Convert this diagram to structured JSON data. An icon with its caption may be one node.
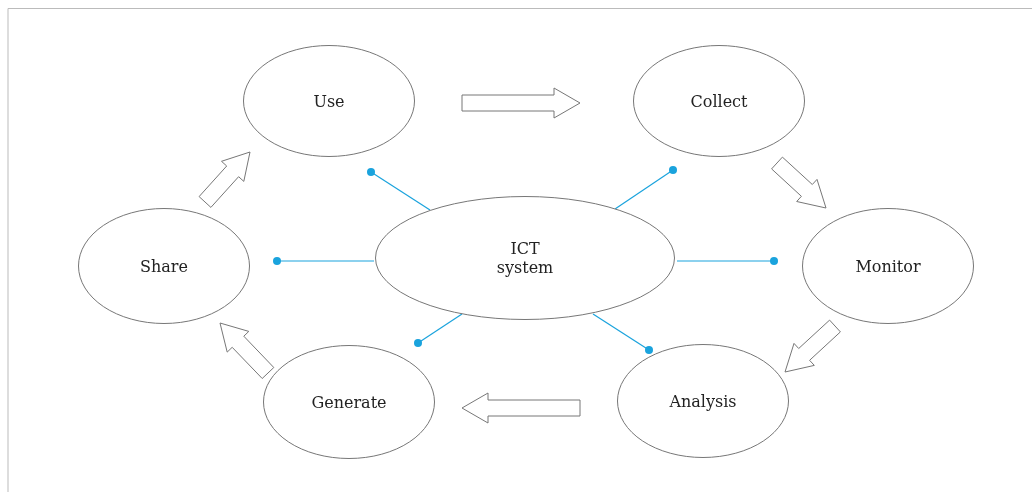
{
  "diagram": {
    "nodes": [
      {
        "text": [
          "ICT system"
        ]
      },
      {
        "text": [
          "Use"
        ]
      },
      {
        "text": [
          "Collect"
        ]
      },
      {
        "text": [
          "Monitor"
        ]
      },
      {
        "text": [
          "Analysis"
        ]
      },
      {
        "text": [
          "Generate"
        ]
      },
      {
        "text": [
          "Share"
        ]
      }
    ],
    "edges": [
      {
        "from": 1,
        "to": 2,
        "arrow": "to"
      },
      {
        "from": 2,
        "to": 3,
        "arrow": "to"
      },
      {
        "from": 3,
        "to": 4,
        "arrow": "to"
      },
      {
        "from": 4,
        "to": 5,
        "arrow": "to"
      },
      {
        "from": 5,
        "to": 6,
        "arrow": "to"
      },
      {
        "from": 6,
        "to": 1,
        "arrow": "to"
      },
      {
        "from": 0,
        "to": 1,
        "arrow": "other",
        "color": "#1aa3dd"
      },
      {
        "from": 0,
        "to": 2,
        "arrow": "other",
        "color": "#1aa3dd"
      },
      {
        "from": 0,
        "to": 3,
        "arrow": "other",
        "color": "#1aa3dd"
      },
      {
        "from": 0,
        "to": 4,
        "arrow": "other",
        "color": "#1aa3dd"
      },
      {
        "from": 0,
        "to": 5,
        "arrow": "other",
        "color": "#1aa3dd"
      },
      {
        "from": 0,
        "to": 6,
        "arrow": "other",
        "color": "#1aa3dd"
      }
    ]
  }
}
